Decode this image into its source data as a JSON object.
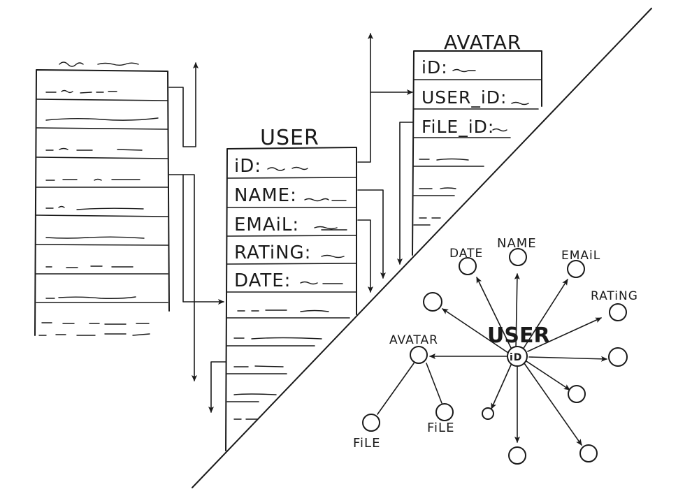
{
  "tables": {
    "user": {
      "title": "USER",
      "fields": [
        "iD:",
        "NAME:",
        "EMAiL:",
        "RATiNG:",
        "DATE:"
      ]
    },
    "avatar": {
      "title": "AVATAR",
      "fields": [
        "iD:",
        "USER_iD:",
        "FiLE_iD:"
      ]
    }
  },
  "graph": {
    "center": "USER",
    "center_node": "iD",
    "labels": {
      "name": "NAME",
      "date": "DATE",
      "email": "EMAiL",
      "rating": "RATiNG",
      "avatar": "AVATAR",
      "file_1": "FiLE",
      "file_2": "FiLE"
    }
  },
  "colors": {
    "ink": "#1a1a1a",
    "paper": "#ffffff"
  }
}
